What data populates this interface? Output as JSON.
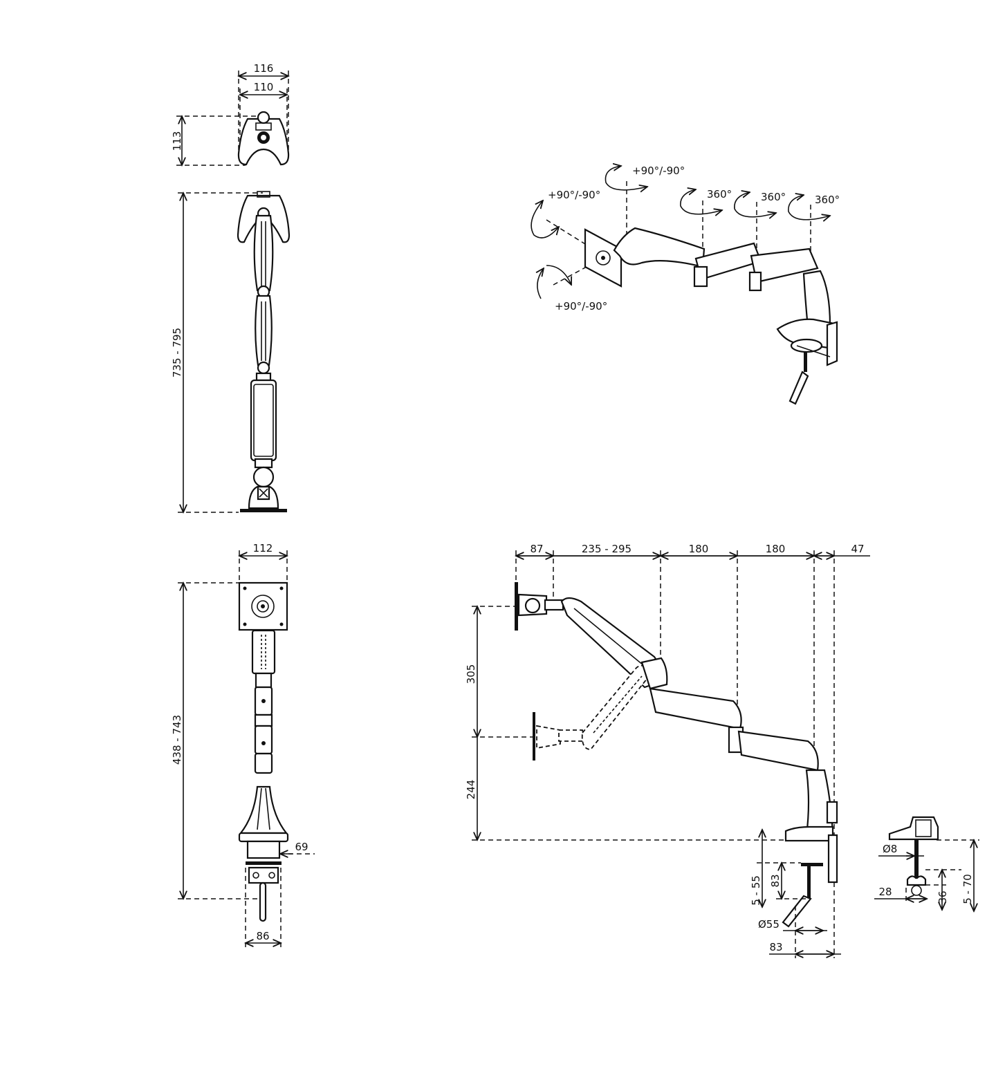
{
  "dimensions": {
    "top_view": {
      "outer_width": "116",
      "inner_width": "110",
      "height": "113"
    },
    "front_view": {
      "height_range": "735 - 795"
    },
    "side_view": {
      "width": "112",
      "height_range": "438 - 743",
      "clamp_offset": "69",
      "clamp_width": "86"
    },
    "reach_view": {
      "seg_1": "87",
      "seg_2": "235 - 295",
      "seg_3": "180",
      "seg_4": "180",
      "seg_5": "47",
      "height_upper": "305",
      "height_lower": "244",
      "desk_thickness": "5 - 55",
      "clamp_depth": "83",
      "pin_diameter": "Ø55",
      "clamp_base": "83"
    },
    "grommet_view": {
      "bolt_diameter": "Ø8",
      "bolt_offset": "28",
      "nut_height": "36",
      "desk_range": "5 - 70"
    }
  },
  "rotations": {
    "tilt_left": "+90°/-90°",
    "swivel_top": "+90°/-90°",
    "rotate_bottom": "+90°/-90°",
    "joint_1": "360°",
    "joint_2": "360°",
    "joint_3": "360°"
  }
}
